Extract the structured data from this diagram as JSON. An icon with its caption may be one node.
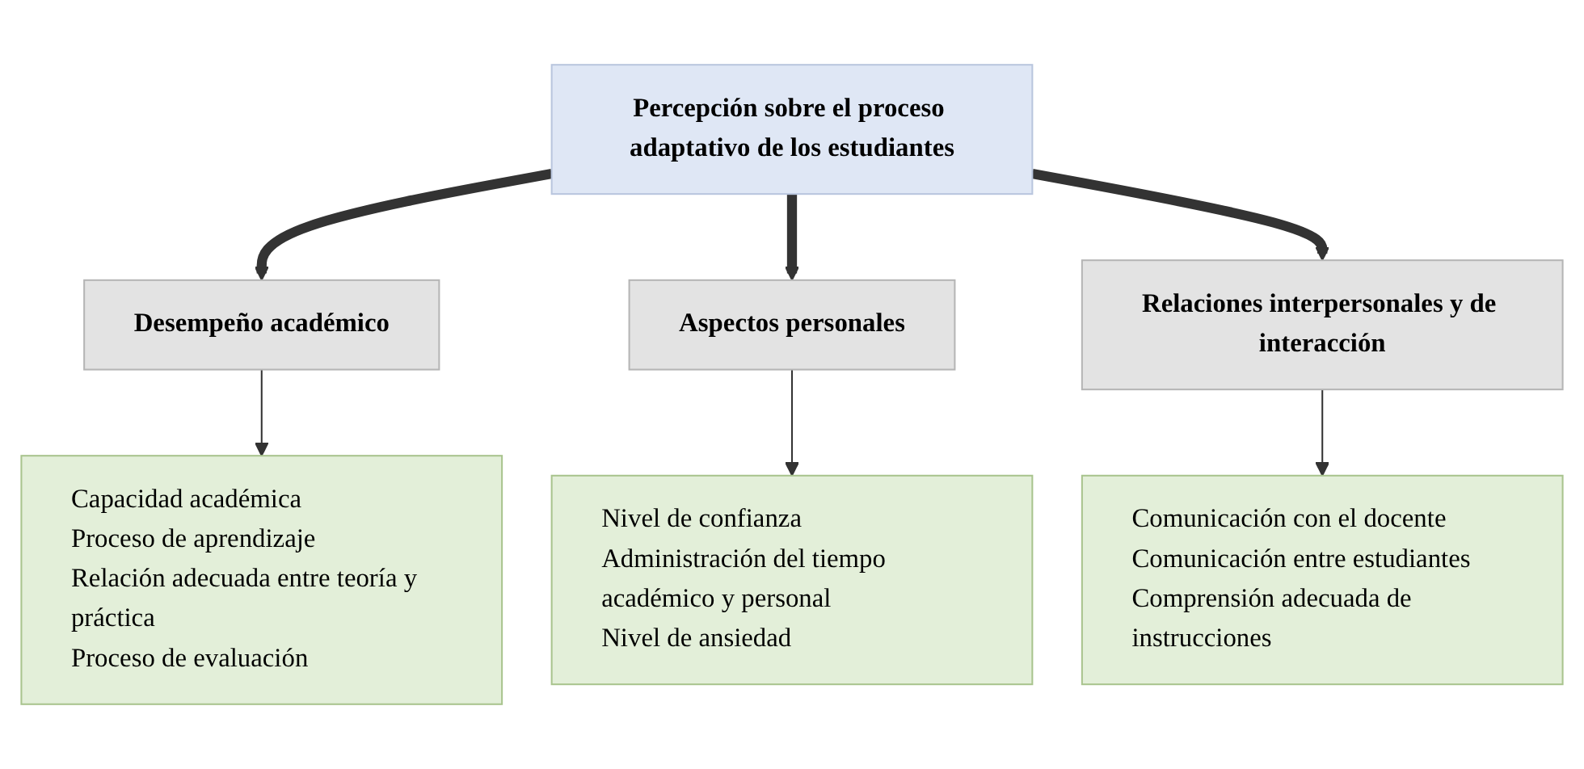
{
  "diagram": {
    "nodes": [
      {
        "text": [
          "Desempeño académico"
        ]
      },
      {
        "text": [
          "Aspectos personales"
        ]
      },
      {
        "text": [
          "Percepción sobre el proceso adaptativo de los estudiantes"
        ]
      },
      {
        "text": [
          "Capacidad académica",
          "Proceso de aprendizaje",
          "Relación adecuada entre teoría y práctica",
          "Proceso de evaluación"
        ]
      },
      {
        "text": [
          "Relaciones interpersonales y de interacción"
        ]
      },
      {
        "text": [
          "Nivel de confianza",
          "Administración del tiempo académico y personal",
          "Nivel de ansiedad"
        ]
      },
      {
        "text": [
          "Comunicación con el docente",
          "Comunicación entre estudiantes",
          "Comprensión adecuada de instrucciones"
        ]
      }
    ],
    "edges": [
      {
        "from": 2,
        "to": 0,
        "arrow": "to",
        "style": "thick"
      },
      {
        "from": 2,
        "to": 1,
        "arrow": "to",
        "style": "thick"
      },
      {
        "from": 0,
        "to": 3,
        "arrow": "to"
      },
      {
        "from": 1,
        "to": 5,
        "arrow": "to"
      },
      {
        "from": 2,
        "to": 4,
        "arrow": "to",
        "style": "thick"
      },
      {
        "from": 4,
        "to": 6,
        "arrow": "to"
      }
    ]
  }
}
